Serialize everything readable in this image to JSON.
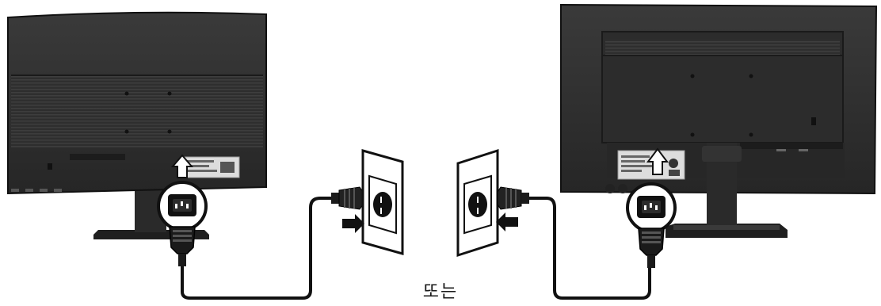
{
  "caption": {
    "or_text": "또는"
  },
  "colors": {
    "monitor_body": "#2b2b2b",
    "monitor_dark": "#1a1a1a",
    "cable": "#111111",
    "outlet_face": "#ffffff",
    "background": "#ffffff"
  },
  "icons": [
    "monitor-back-left",
    "monitor-back-right",
    "power-socket-icon",
    "power-plug-icon",
    "wall-outlet-icon",
    "insert-arrow-icon",
    "up-arrow-icon"
  ]
}
